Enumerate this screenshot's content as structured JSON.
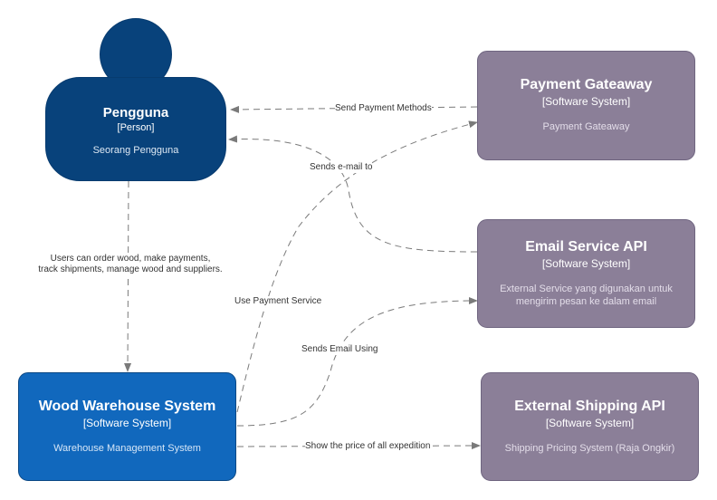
{
  "person": {
    "name": "Pengguna",
    "type": "[Person]",
    "description": "Seorang Pengguna"
  },
  "systems": {
    "warehouse": {
      "name": "Wood Warehouse System",
      "type": "[Software System]",
      "description": "Warehouse Management System"
    },
    "payment": {
      "name": "Payment Gateaway",
      "type": "[Software System]",
      "description": "Payment Gateaway"
    },
    "email": {
      "name": "Email Service API",
      "type": "[Software System]",
      "description_line1": "External Service yang digunakan untuk",
      "description_line2": "mengirim pesan ke dalam email"
    },
    "shipping": {
      "name": "External Shipping API",
      "type": "[Software System]",
      "description": "Shipping Pricing System (Raja Ongkir)"
    }
  },
  "relationships": {
    "payment_to_person": "Send Payment Methods",
    "email_to_person": "Sends e-mail to",
    "person_to_warehouse_line1": "Users can order wood, make payments,",
    "person_to_warehouse_line2": "track shipments, manage wood and suppliers.",
    "warehouse_to_payment": "Use Payment Service",
    "warehouse_to_email": "Sends Email Using",
    "warehouse_to_shipping": "Show the price of all expedition"
  },
  "colors": {
    "person": "#08427b",
    "internal_system": "#1168bd",
    "external_system": "#8b7f98",
    "edge": "#7a7a7a"
  }
}
